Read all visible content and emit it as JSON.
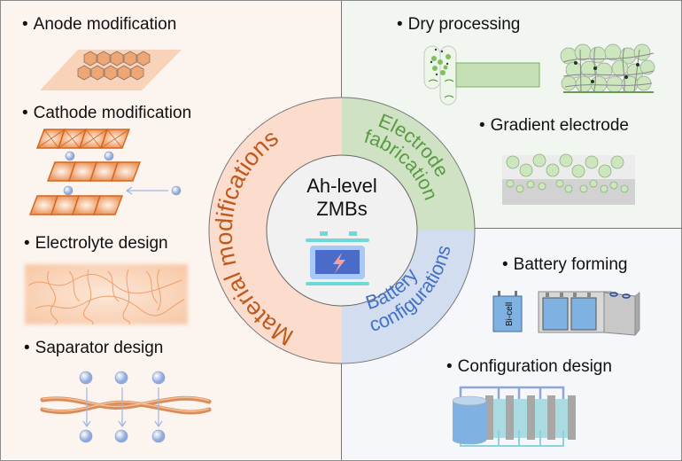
{
  "center": {
    "title_line1": "Ah-level",
    "title_line2": "ZMBs",
    "icon": "battery-charge-icon"
  },
  "ring": {
    "left": {
      "label_part1": "Material",
      "label_part2": "modifications",
      "color": "#fbdccd",
      "text_color": "#c05a1c"
    },
    "top_right": {
      "label_line1": "Electrode",
      "label_line2": "fabrications",
      "color": "#cfe3c4",
      "text_color": "#5a9a44"
    },
    "bottom_right": {
      "label_line1": "Battery",
      "label_line2": "configurations",
      "color": "#d3ddf0",
      "text_color": "#4472c4"
    }
  },
  "left_panel": {
    "items": [
      {
        "bullet": "•",
        "label": "Anode modification",
        "icon": "hexagon-lattice-icon"
      },
      {
        "bullet": "•",
        "label": "Cathode modification",
        "icon": "layered-octahedra-icon"
      },
      {
        "bullet": "•",
        "label": "Electrolyte design",
        "icon": "polymer-network-icon"
      },
      {
        "bullet": "•",
        "label": "Saparator design",
        "icon": "braided-separator-icon"
      }
    ]
  },
  "top_right_panel": {
    "items": [
      {
        "bullet": "•",
        "label": "Dry processing",
        "icon": "roll-press-icon"
      },
      {
        "bullet": "•",
        "label": "Gradient electrode",
        "icon": "gradient-particles-icon"
      }
    ]
  },
  "bottom_right_panel": {
    "items": [
      {
        "bullet": "•",
        "label": "Battery forming",
        "icon": "pouch-cells-icon",
        "cell_label": "Bi-cell"
      },
      {
        "bullet": "•",
        "label": "Configuration design",
        "icon": "flow-stack-icon"
      }
    ]
  }
}
